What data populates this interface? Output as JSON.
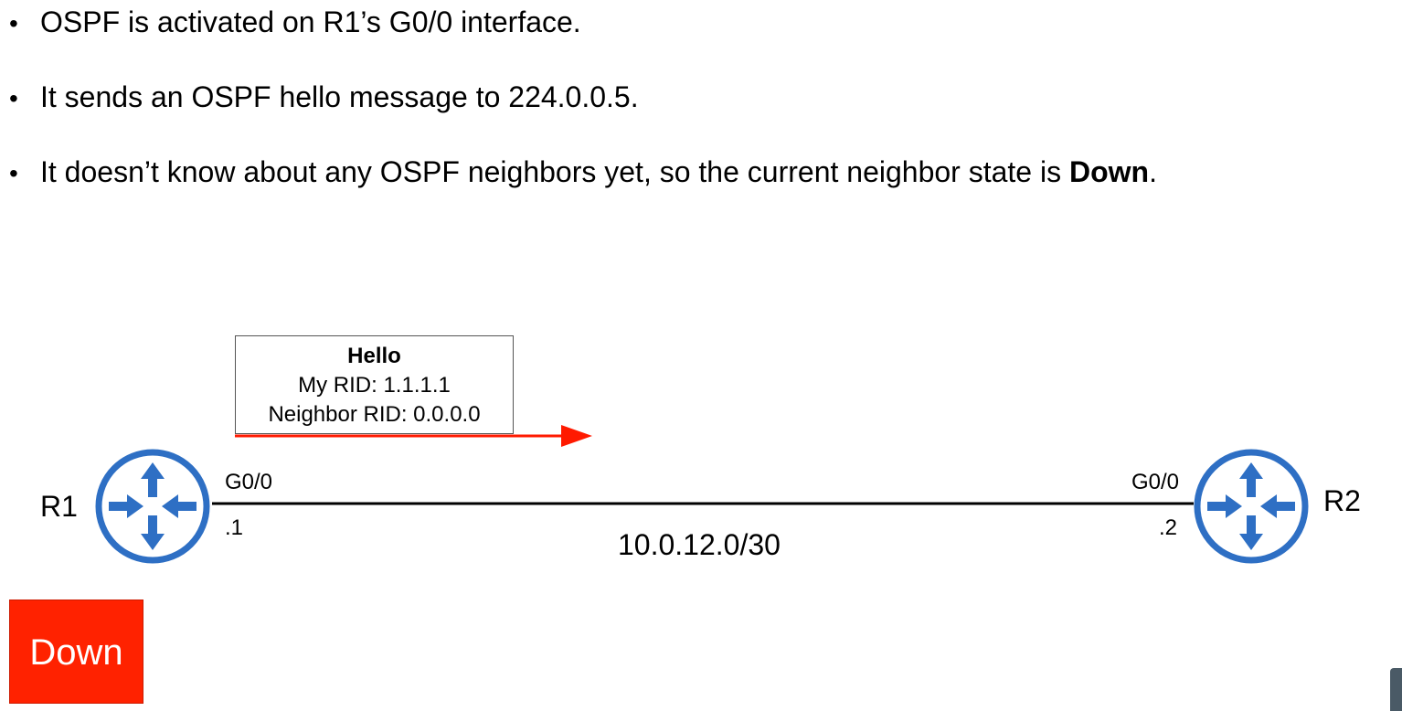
{
  "bullets": [
    {
      "text": "OSPF is activated on R1’s G0/0 interface."
    },
    {
      "text": "It sends an OSPF hello message to 224.0.0.5."
    },
    {
      "text_before": "It doesn’t know about any OSPF neighbors yet, so the current neighbor state is ",
      "bold": "Down",
      "text_after": "."
    }
  ],
  "bullet_symbol": "•",
  "hello_message": {
    "title": "Hello",
    "my_rid": "My RID: 1.1.1.1",
    "neighbor_rid": "Neighbor RID: 0.0.0.0"
  },
  "routers": {
    "r1": {
      "name": "R1",
      "interface": "G0/0",
      "address": ".1"
    },
    "r2": {
      "name": "R2",
      "interface": "G0/0",
      "address": ".2"
    }
  },
  "link": {
    "network": "10.0.12.0/30"
  },
  "neighbor_state": {
    "label": "Down"
  },
  "colors": {
    "router_blue": "#2e6fc4",
    "arrow_red": "#ff1a00",
    "state_bg": "#ff2200"
  },
  "icons": {
    "router": "router-icon",
    "arrow": "arrow-right-icon"
  }
}
